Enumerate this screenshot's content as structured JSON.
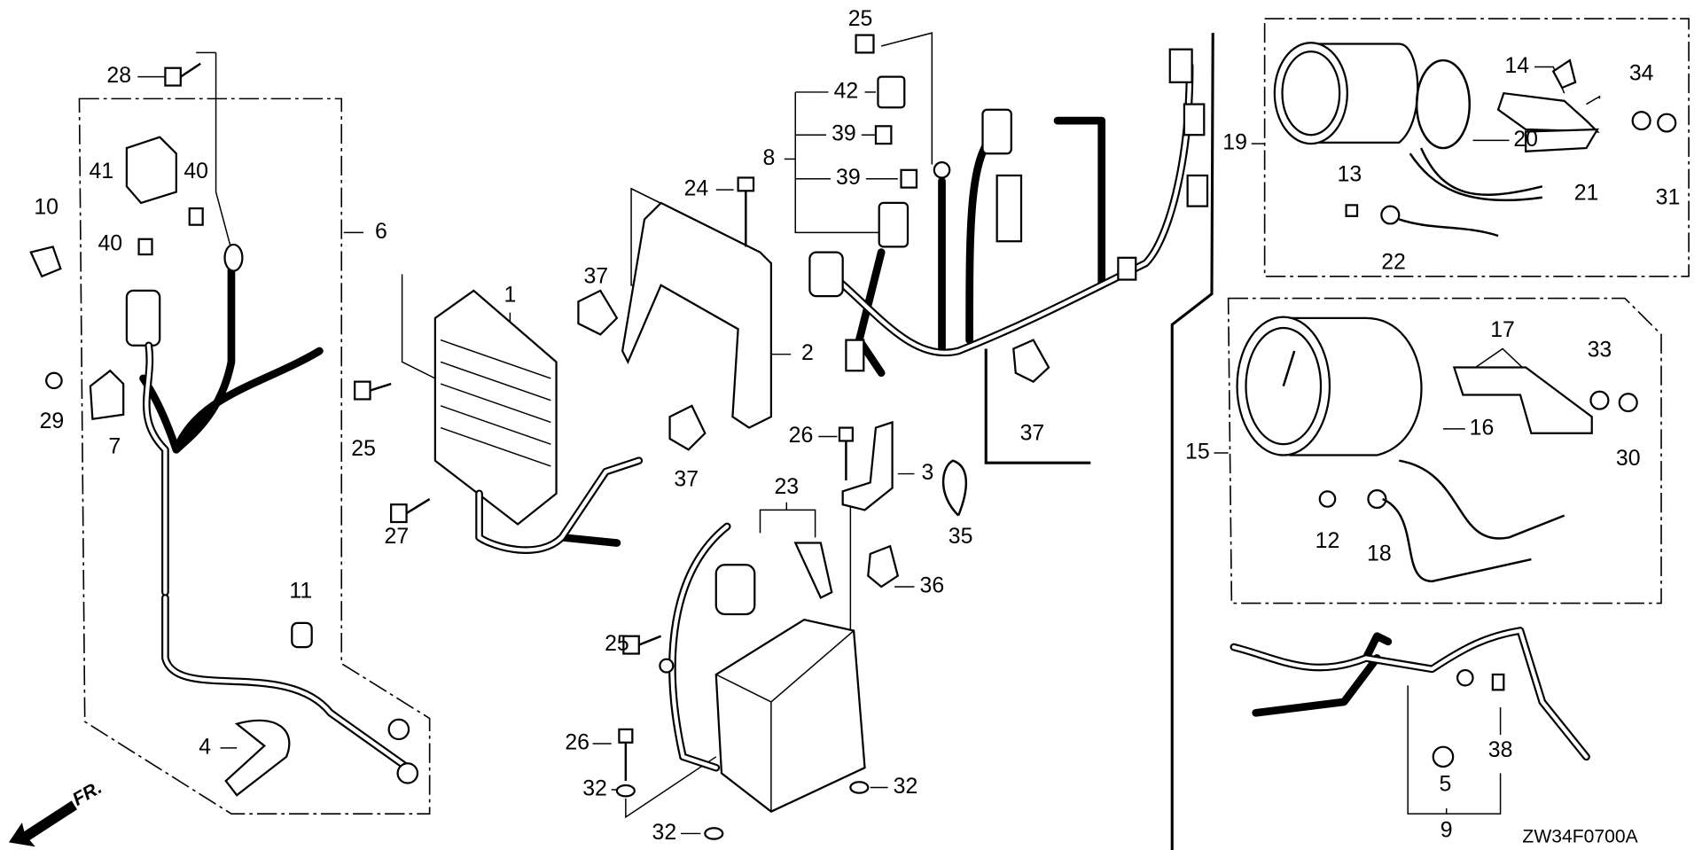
{
  "diagram": {
    "code": "ZW34F0700A",
    "front_marker": "FR.",
    "callouts": {
      "c1": "1",
      "c2": "2",
      "c3": "3",
      "c4": "4",
      "c5": "5",
      "c6": "6",
      "c7": "7",
      "c8": "8",
      "c9": "9",
      "c10": "10",
      "c11": "11",
      "c12": "12",
      "c13": "13",
      "c14": "14",
      "c15": "15",
      "c16": "16",
      "c17": "17",
      "c18": "18",
      "c19": "19",
      "c20": "20",
      "c21": "21",
      "c22": "22",
      "c23": "23",
      "c24": "24",
      "c25": "25",
      "c26": "26",
      "c27": "27",
      "c28": "28",
      "c29": "29",
      "c30": "30",
      "c31": "31",
      "c32": "32",
      "c33": "33",
      "c34": "34",
      "c35": "35",
      "c36": "36",
      "c37": "37",
      "c38": "38",
      "c39": "39",
      "c40": "40",
      "c41": "41",
      "c42": "42"
    }
  }
}
